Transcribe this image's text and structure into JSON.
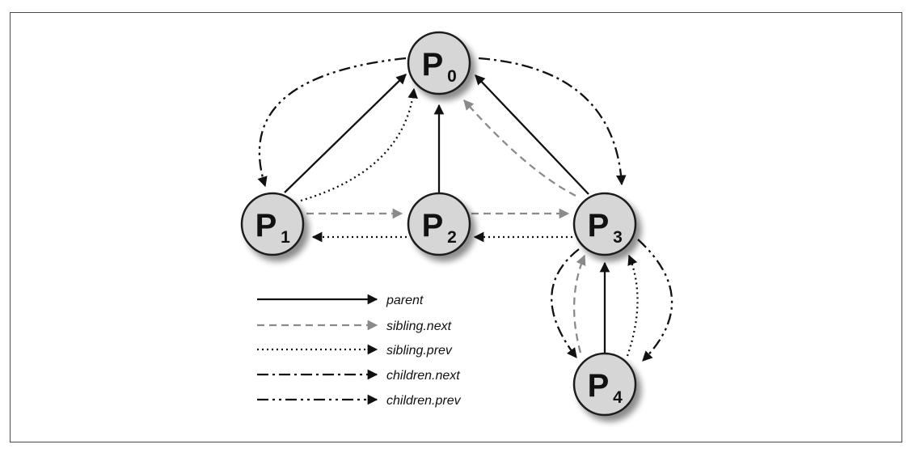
{
  "nodes": [
    {
      "id": "p0",
      "name": "P",
      "sub": "0"
    },
    {
      "id": "p1",
      "name": "P",
      "sub": "1"
    },
    {
      "id": "p2",
      "name": "P",
      "sub": "2"
    },
    {
      "id": "p3",
      "name": "P",
      "sub": "3"
    },
    {
      "id": "p4",
      "name": "P",
      "sub": "4"
    }
  ],
  "legend": [
    {
      "style": "parent",
      "label": "parent"
    },
    {
      "style": "sibling-next",
      "label": "sibling.next"
    },
    {
      "style": "sibling-prev",
      "label": "sibling.prev"
    },
    {
      "style": "children-next",
      "label": "children.next"
    },
    {
      "style": "children-prev",
      "label": "children.prev"
    }
  ],
  "colors": {
    "node_fill": "#d6d6d6",
    "node_stroke": "#1a1a1a",
    "line_dark": "#111111",
    "line_gray": "#8a8a8a",
    "frame": "#4a4a4a"
  }
}
